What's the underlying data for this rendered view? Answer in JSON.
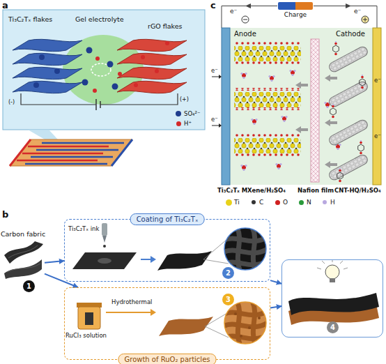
{
  "diagram": {
    "nodes": [
      {
        "text": [
          "Charge"
        ]
      },
      {
        "text": [
          "Carbon fabric"
        ]
      },
      {
        "text": [
          "1"
        ],
        "in": 1
      },
      {
        "text": [
          "Coating of Ti₃C₂Tₓ"
        ]
      },
      {
        "text": [
          "2"
        ],
        "in": 3
      },
      {
        "text": [
          "Growth of RuO₂ particles"
        ]
      },
      {
        "text": [
          "3"
        ],
        "in": 5
      },
      {
        "text": [
          "4"
        ]
      }
    ],
    "edges": [
      {
        "from": 1,
        "to": 3,
        "arrow": "to"
      },
      {
        "from": 1,
        "to": 5,
        "arrow": "to"
      },
      {
        "from": 3,
        "to": 7,
        "arrow": "to"
      },
      {
        "from": 5,
        "to": 7,
        "arrow": "to"
      }
    ],
    "labels": [
      "a",
      "Ti₃C₂Tₓ flakes",
      "Gel electrolyte",
      "rGO flakes",
      "(-)",
      "(+)",
      "c",
      "e⁻",
      "e⁻",
      "Anode",
      "Cathode",
      "e⁻",
      "e⁻",
      "e⁻",
      "e⁻",
      "Ti₃C₂Tₓ MXene/H₂SO₄",
      "Nafion film",
      "CNT-HQ/H₂SO₄",
      "b",
      "Ti₃C₂Tₓ ink",
      "RuCl₃ solution",
      "Hydrothermal"
    ],
    "legend": [
      {
        "text": "SO₄²⁻",
        "color": "#1f3d8e"
      },
      {
        "text": "H⁺",
        "color": "#d42a2a"
      },
      {
        "text": "Ti",
        "color": "#e8d21a"
      },
      {
        "text": "C",
        "color": "#333333"
      },
      {
        "text": "O",
        "color": "#d02020"
      },
      {
        "text": "N",
        "color": "#2a9a3a"
      },
      {
        "text": "H",
        "color": "#b8a8e0"
      }
    ]
  }
}
